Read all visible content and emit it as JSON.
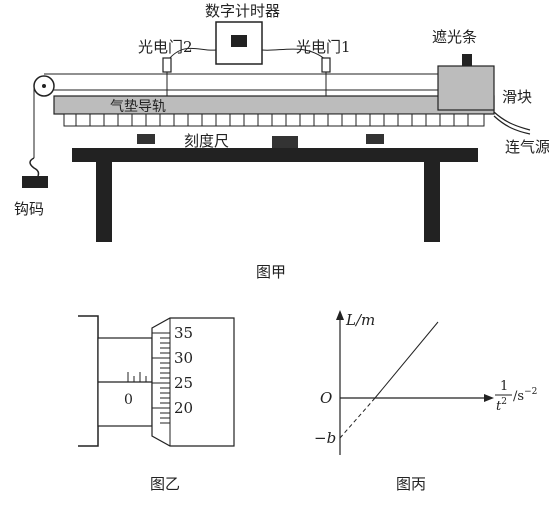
{
  "figure_a": {
    "labels": {
      "timer": "数字计时器",
      "gate2": "光电门2",
      "gate1": "光电门1",
      "shade": "遮光条",
      "slider": "滑块",
      "track": "气垫导轨",
      "air": "连气源",
      "ruler": "刻度尺",
      "weight": "钩码"
    },
    "caption": "图甲"
  },
  "figure_b": {
    "thimble_ticks": [
      "35",
      "30",
      "25",
      "20"
    ],
    "sleeve_zero": "0",
    "caption": "图乙"
  },
  "figure_c": {
    "y_axis": "L/m",
    "x_axis_num": "1",
    "x_axis_den": "t",
    "x_axis_exp": "2",
    "x_axis_unit": "/s",
    "x_axis_unit_exp": "−2",
    "origin": "O",
    "intercept": "−b",
    "caption": "图丙"
  }
}
